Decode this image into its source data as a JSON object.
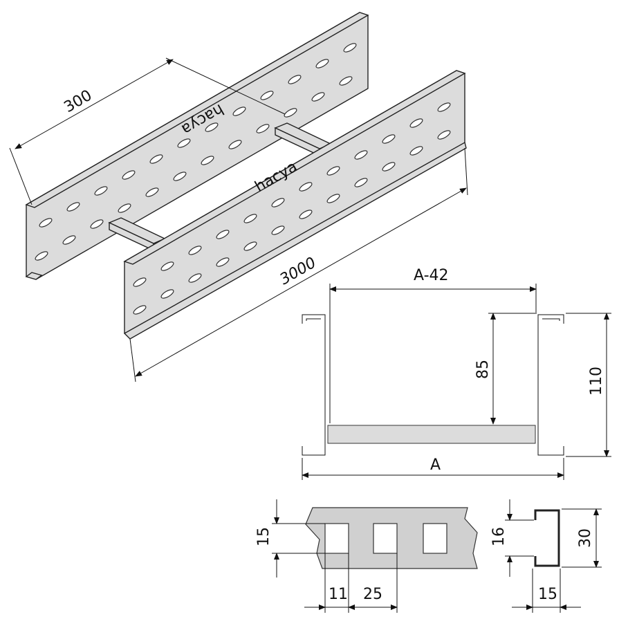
{
  "drawing": {
    "iso_view": {
      "width_dim": "300",
      "length_dim": "3000",
      "logo_text": "hacya"
    },
    "cross_section": {
      "inner_width_dim": "A-42",
      "rung_height_dim": "85",
      "height_dim": "110",
      "width_dim": "A"
    },
    "perforation_detail": {
      "slot_height_dim": "15",
      "slot_width_dim": "11",
      "pitch_dim": "25"
    },
    "rung_profile": {
      "inner_dim": "16",
      "height_dim": "30",
      "width_dim": "15"
    }
  }
}
